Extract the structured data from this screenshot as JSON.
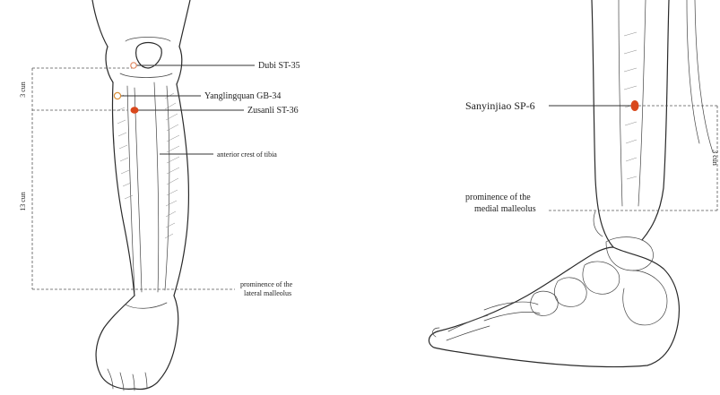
{
  "left_figure": {
    "points": {
      "dubi": {
        "label": "Dubi ST-35"
      },
      "yanglingquan": {
        "label": "Yanglingquan GB-34"
      },
      "zusanli": {
        "label": "Zusanli ST-36"
      }
    },
    "annotations": {
      "tibia_crest": "anterior crest of tibia",
      "lateral_malleolus_1": "prominence of the",
      "lateral_malleolus_2": "lateral malleolus"
    },
    "measures": {
      "upper": "3 cun",
      "lower": "13 cun"
    }
  },
  "right_figure": {
    "points": {
      "sanyinjiao": {
        "label": "Sanyinjiao SP-6"
      }
    },
    "annotations": {
      "medial_malleolus_1": "prominence of the",
      "medial_malleolus_2": "medial malleolus"
    },
    "measures": {
      "side": "3 cun"
    }
  },
  "colors": {
    "acupoint_red": "#d9481c",
    "acupoint_hollow": "#ffffff",
    "ink": "#2a2a2a"
  }
}
